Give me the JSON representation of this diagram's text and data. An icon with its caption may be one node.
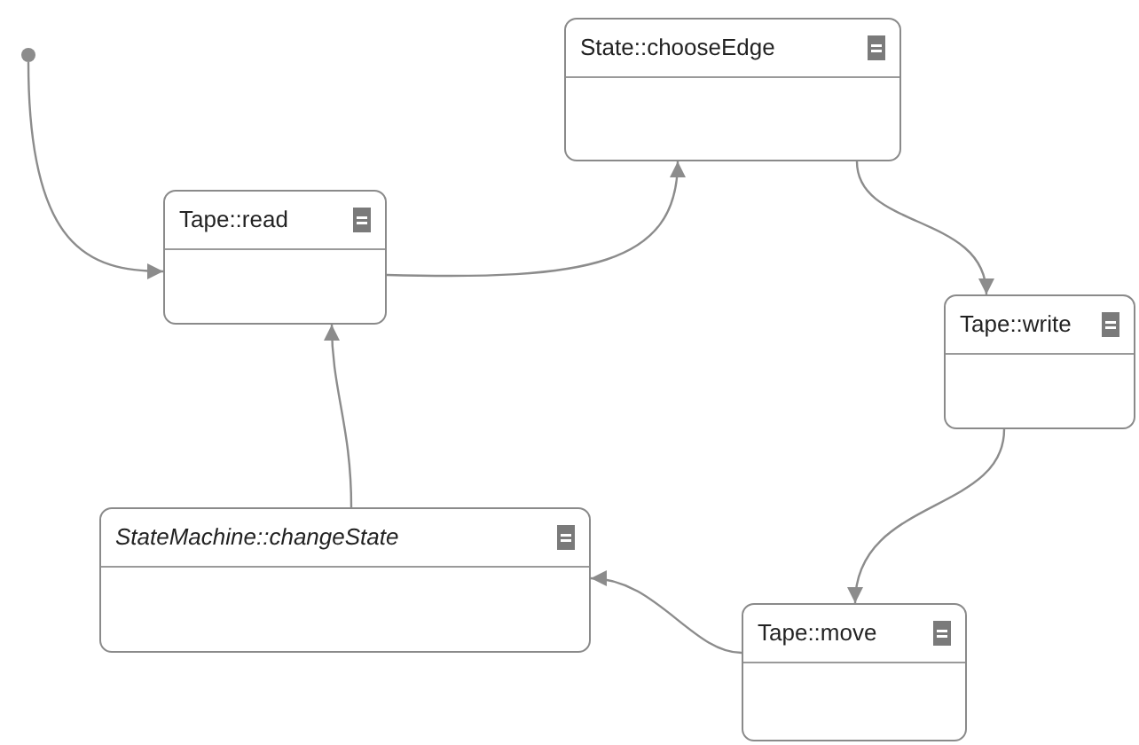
{
  "diagram": {
    "nodes": [
      {
        "text": [],
        "shape": "circle"
      },
      {
        "text": [
          "Tape::read"
        ]
      },
      {
        "text": [
          "State::chooseEdge"
        ]
      },
      {
        "text": [
          "Tape::write"
        ]
      },
      {
        "text": [
          "Tape::move"
        ]
      },
      {
        "text": [
          "StateMachine::changeState"
        ]
      }
    ],
    "edges": [
      {
        "from": 0,
        "to": 1,
        "arrow": "to"
      },
      {
        "from": 1,
        "to": 2,
        "arrow": "to"
      },
      {
        "from": 2,
        "to": 3,
        "arrow": "to"
      },
      {
        "from": 3,
        "to": 4,
        "arrow": "to"
      },
      {
        "from": 4,
        "to": 5,
        "arrow": "to"
      },
      {
        "from": 5,
        "to": 1,
        "arrow": "to"
      }
    ]
  }
}
